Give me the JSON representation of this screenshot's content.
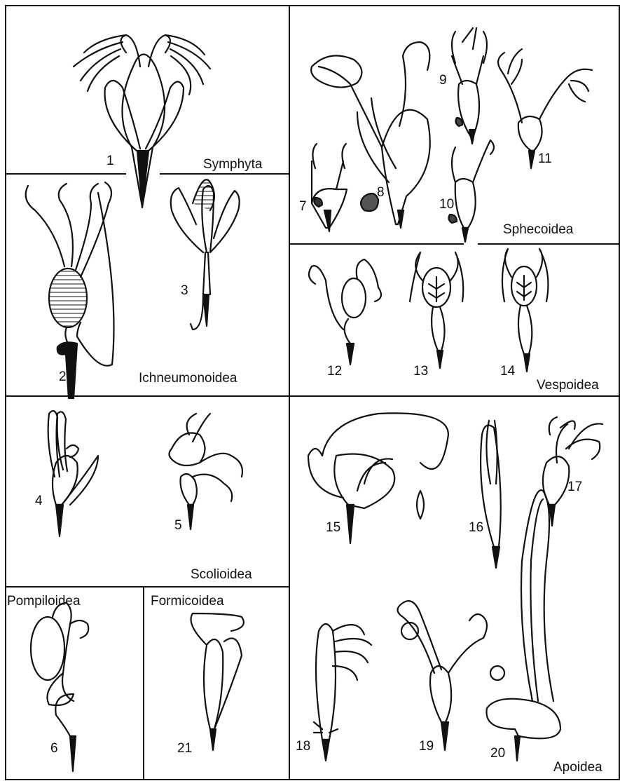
{
  "groups": {
    "symphyta": "Symphyta",
    "ichneumonoidea": "Ichneumonoidea",
    "sphecoidea": "Sphecoidea",
    "vespoidea": "Vespoidea",
    "scolioidea": "Scolioidea",
    "apoidea": "Apoidea",
    "pompiloidea": "Pompiloidea",
    "formicoidea": "Formicoidea"
  },
  "figures": [
    "1",
    "2",
    "3",
    "4",
    "5",
    "6",
    "7",
    "8",
    "9",
    "10",
    "11",
    "12",
    "13",
    "14",
    "15",
    "16",
    "17",
    "18",
    "19",
    "20",
    "21"
  ],
  "style": {
    "line_color": "#111111",
    "background": "#ffffff"
  }
}
